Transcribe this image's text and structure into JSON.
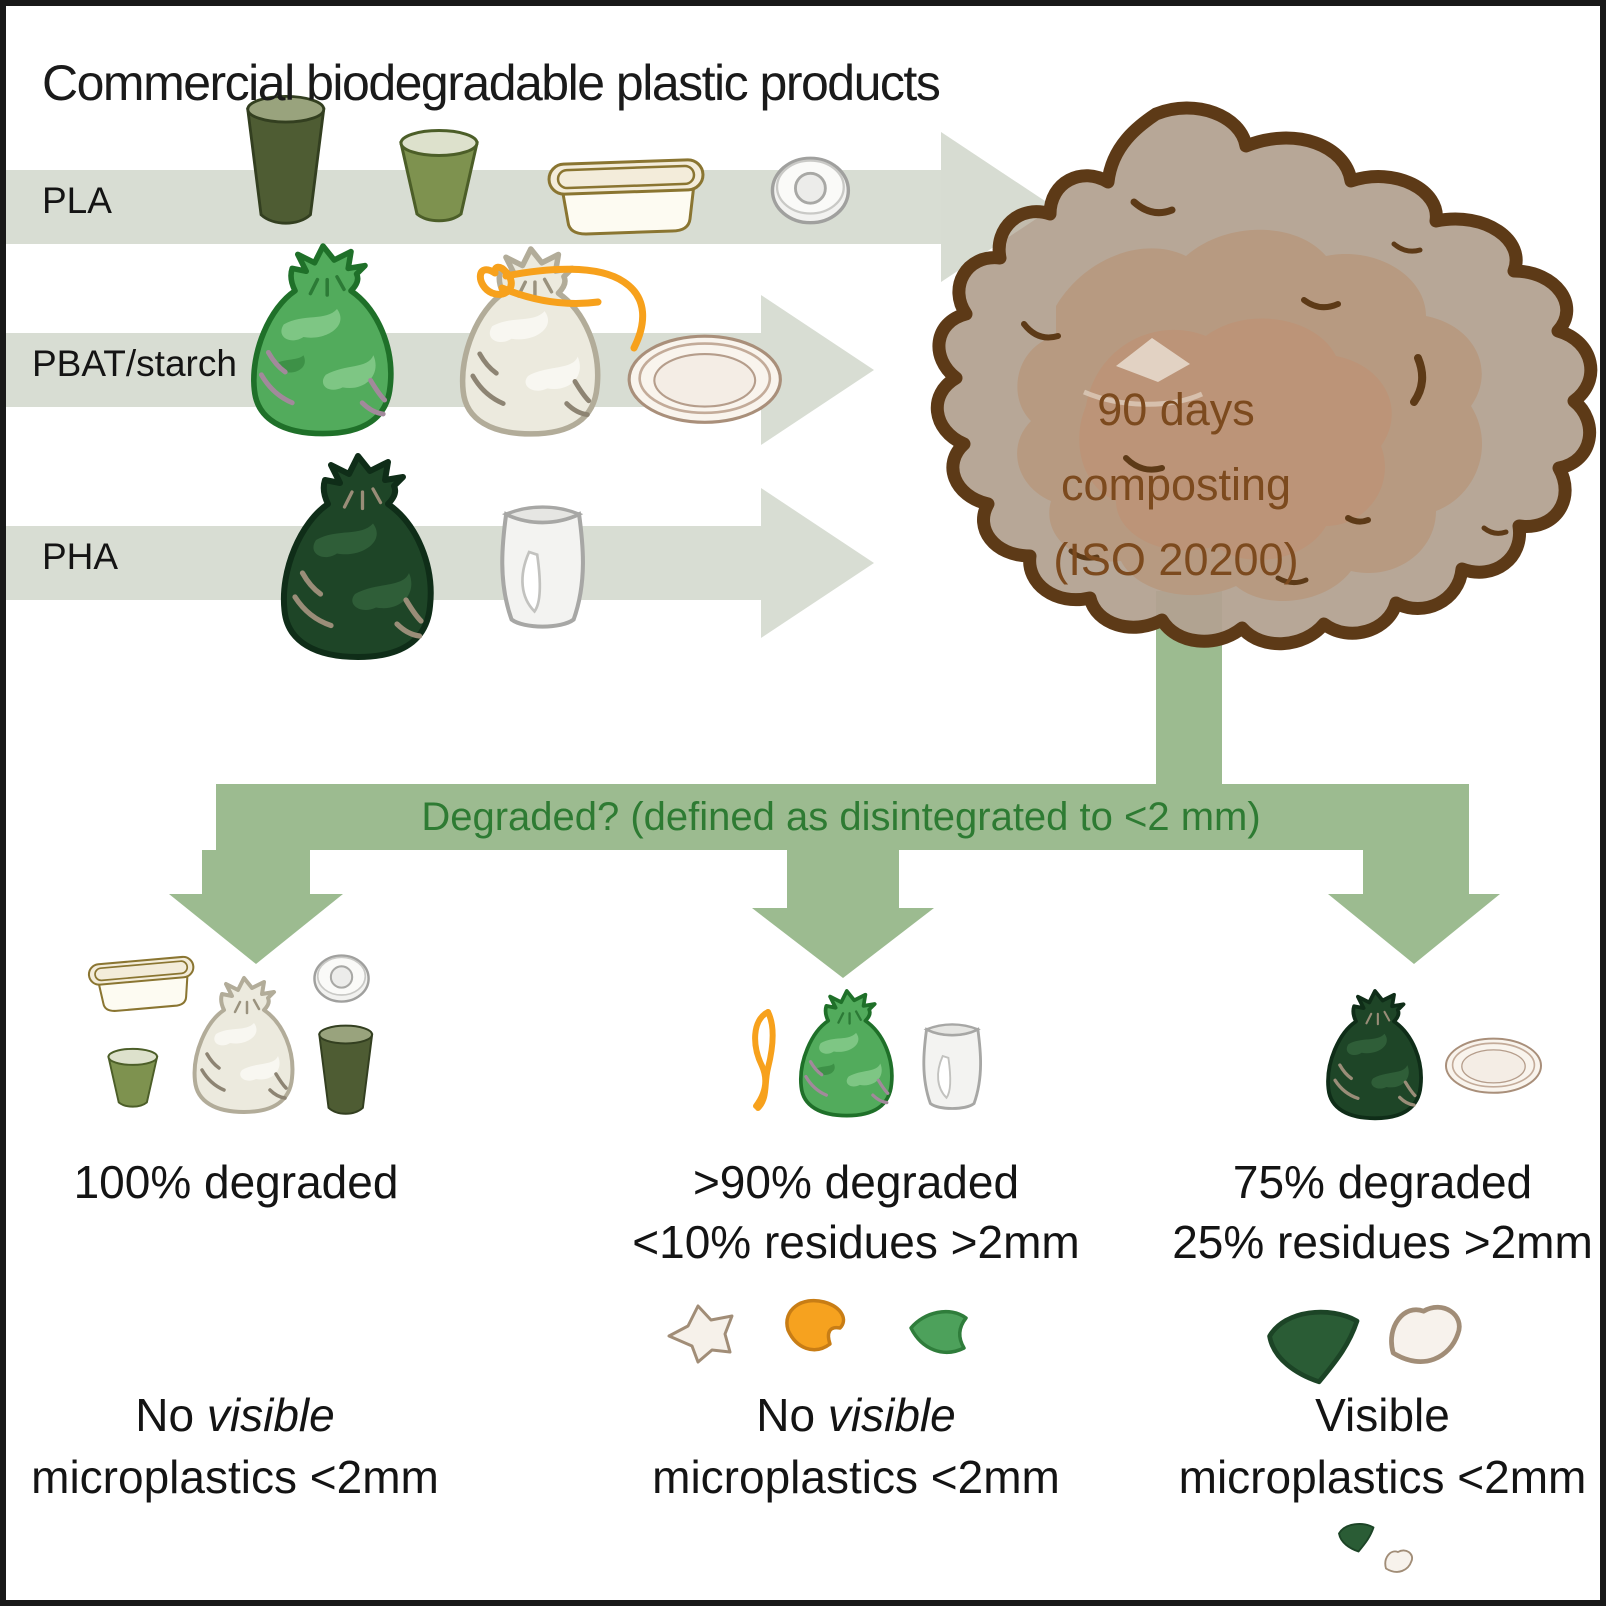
{
  "title": "Commercial biodegradable plastic products",
  "rows": [
    {
      "label": "PLA",
      "items": [
        "tall-cup-icon",
        "cup-icon",
        "container-icon",
        "lid-icon"
      ]
    },
    {
      "label": "PBAT/starch",
      "items": [
        "green-bag-icon",
        "white-bag-icon",
        "orange-tie-icon",
        "plate-icon"
      ]
    },
    {
      "label": "PHA",
      "items": [
        "dark-bag-icon",
        "crumpled-cup-icon"
      ]
    }
  ],
  "compost": {
    "line1": "90 days",
    "line2": "composting",
    "line3": "(ISO 20200)"
  },
  "question": "Degraded? (defined as disintegrated to <2 mm)",
  "outcomes": [
    {
      "result": "100% degraded",
      "residues": "",
      "micro_line1_normal": "No ",
      "micro_line1_italic": "visible",
      "micro_line2": "microplastics <2mm",
      "items": [
        "container-icon",
        "cup-icon",
        "white-bag-icon",
        "lid-icon",
        "tall-cup-icon"
      ]
    },
    {
      "result": ">90% degraded",
      "residues": "<10% residues >2mm",
      "micro_line1_normal": "No ",
      "micro_line1_italic": "visible",
      "micro_line2": "microplastics <2mm",
      "items": [
        "orange-tie-icon",
        "green-bag-icon",
        "crumpled-cup-icon",
        "white-fragment-icon",
        "orange-fragment-icon",
        "green-fragment-icon"
      ]
    },
    {
      "result": "75% degraded",
      "residues": "25% residues >2mm",
      "micro_line1_normal": "Visible",
      "micro_line1_italic": "",
      "micro_line2": "microplastics <2mm",
      "items": [
        "dark-bag-icon",
        "plate-icon",
        "dark-fragment-icon",
        "white-fragment-icon"
      ]
    }
  ],
  "colors": {
    "band_grey_green": "#d8ddd3",
    "flow_arrow_green": "#9cbb90",
    "flow_text_green": "#2e7b33",
    "compost_outline_brown": "#5d3a17",
    "compost_fill_outer": "#b3a191",
    "compost_fill_mid": "#b79a81",
    "compost_fill_inner": "#bc9478",
    "compost_text_brown": "#7c4a1e",
    "bag_green": "#52ab5c",
    "bag_dark_green": "#1e4527",
    "bag_white": "#eceade",
    "tie_orange": "#f7a11c",
    "cup_dark_olive": "#4e5c33",
    "cup_green": "#7e924f",
    "text_black": "#141414"
  }
}
